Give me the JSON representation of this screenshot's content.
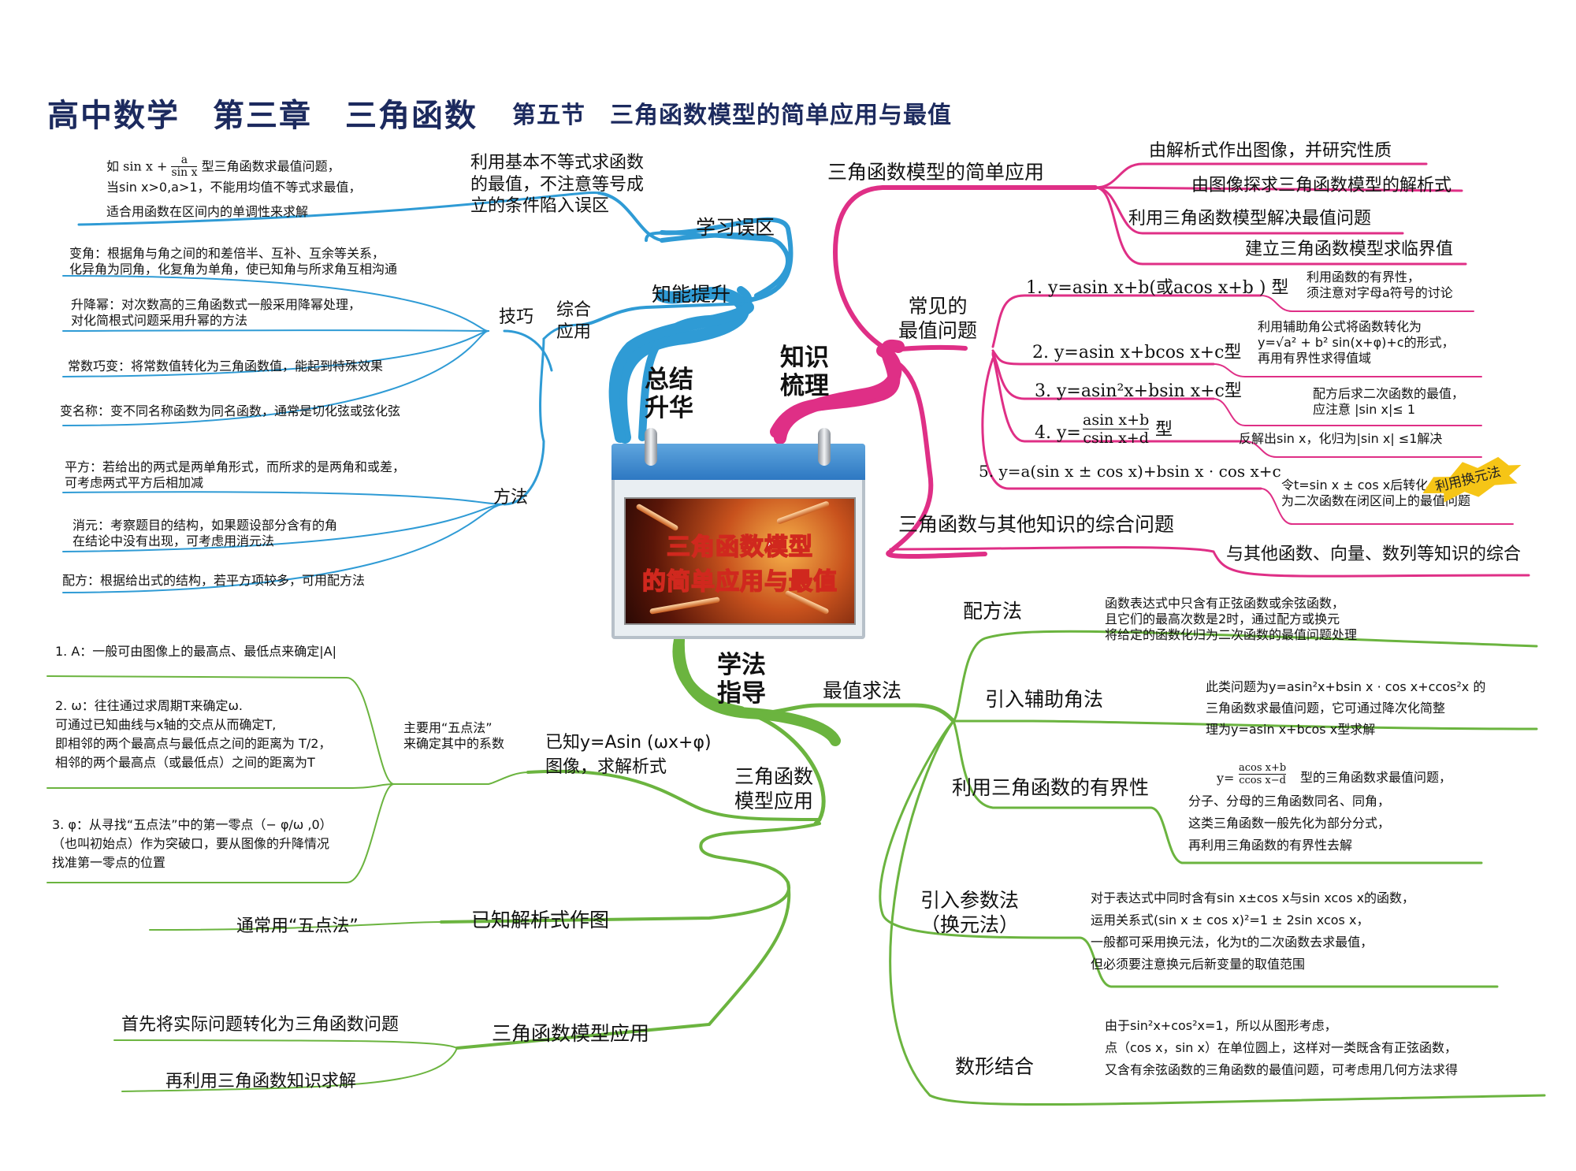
{
  "title": {
    "main": "高中数学　第三章　三角函数",
    "section": "第五节　三角函数模型的简单应用与最值"
  },
  "center": {
    "image_text_1": "三角函数模型",
    "image_text_2": "的简单应用与最值"
  },
  "hubs": {
    "summary": "总结\n升华",
    "knowledge": "知识\n梳理",
    "method": "学法\n指导"
  },
  "summary_branch": {
    "mistakes": {
      "label": "学习误区",
      "topic": "利用基本不等式求函数\n的最值，不注意等号成\n立的条件陷入误区",
      "detail_prefix": "如",
      "detail_sin": "sin x +",
      "detail_num": "a",
      "detail_den": "sin x",
      "detail_suffix": "型三角函数求最值问题，",
      "detail_line2": "当sin x>0,a>1，不能用均值不等式求最值，",
      "detail_line3": "适合用函数在区间内的单调性来求解"
    },
    "improve": {
      "label": "知能提升",
      "comprehensive": "综合\n应用",
      "skills": {
        "label": "技巧",
        "items": [
          "变角：根据角与角之间的和差倍半、互补、互余等关系，\n化异角为同角，化复角为单角，使已知角与所求角互相沟通",
          "升降幂：对次数高的三角函数式一般采用降幂处理，\n对化简根式问题采用升幂的方法",
          "常数巧变：将常数值转化为三角函数值，能起到特殊效果",
          "变名称：变不同名称函数为同名函数，通常是切化弦或弦化弦"
        ]
      },
      "methods": {
        "label": "方法",
        "items": [
          "平方：若给出的两式是两单角形式，而所求的是两角和或差，\n可考虑两式平方后相加减",
          "消元：考察题目的结构，如果题设部分含有的角\n在结论中没有出现，可考虑用消元法",
          "配方：根据给出式的结构，若平方项较多，可用配方法"
        ]
      }
    }
  },
  "knowledge_branch": {
    "simple_app": {
      "label": "三角函数模型的简单应用",
      "items": [
        "由解析式作出图像，并研究性质",
        "由图像探求三角函数模型的解析式",
        "利用三角函数模型解决最值问题",
        "建立三角函数模型求临界值"
      ]
    },
    "common": {
      "label": "常见的\n最值问题",
      "types": [
        {
          "label": "1. y=asin x+b(或acos x+b ) 型",
          "note": "利用函数的有界性，\n须注意对字母a符号的讨论"
        },
        {
          "label": "2. y=asin x+bcos x+c型",
          "note": "利用辅助角公式将函数转化为\ny=√a² + b² sin(x+φ)+c的形式，\n再用有界性求得值域"
        },
        {
          "label": "3. y=asin²x+bsin x+c型",
          "note": "配方后求二次函数的最值，\n应注意 |sin x|≤ 1"
        },
        {
          "label_prefix": "4. y=",
          "num": "asin x+b",
          "den": "csin x+d",
          "label_suffix": "型",
          "note": "反解出sin x，化归为|sin x| ≤1解决"
        },
        {
          "label": "5. y=a(sin x ± cos x)+bsin x · cos x+c",
          "note": "令t=sin x ± cos x后转化\n为二次函数在闭区间上的最值问题",
          "badge": "利用换元法"
        }
      ]
    },
    "comprehensive": {
      "label": "三角函数与其他知识的综合问题",
      "item": "与其他函数、向量、数列等知识的综合"
    }
  },
  "method_branch": {
    "extremum": {
      "label": "最值求法",
      "items": [
        {
          "label": "配方法",
          "note": "函数表达式中只含有正弦函数或余弦函数，\n且它们的最高次数是2时，通过配方或换元\n将给定的函数化归为二次函数的最值问题处理"
        },
        {
          "label": "引入辅助角法",
          "note": "此类问题为y=asin²x+bsin x · cos x+ccos²x 的\n三角函数求最值问题，它可通过降次化简整\n理为y=asin x+bcos x型求解"
        },
        {
          "label": "利用三角函数的有界性",
          "note_frac_num": "acos x+b",
          "note_frac_den": "ccos x−d",
          "note_prefix": "y=",
          "note_first": "型的三角函数求最值问题，",
          "note": "分子、分母的三角函数同名、同角，\n这类三角函数一般先化为部分分式，\n再利用三角函数的有界性去解"
        },
        {
          "label": "引入参数法\n（换元法）",
          "note": "对于表达式中同时含有sin x±cos x与sin xcos x的函数，\n运用关系式(sin x ± cos x)²=1 ± 2sin xcos x，\n一般都可采用换元法，化为t的二次函数去求最值，\n但必须要注意换元后新变量的取值范围"
        },
        {
          "label": "数形结合",
          "note": "由于sin²x+cos²x=1，所以从图形考虑，\n点（cos x，sin x）在单位圆上，这样对一类既含有正弦函数，\n又含有余弦函数的三角函数的最值问题，可考虑用几何方法求得"
        }
      ]
    },
    "model_app": {
      "label": "三角函数\n模型应用",
      "known_graph": {
        "label": "已知y=Asin (ωx+φ)\n图像，求解析式",
        "five_point": "主要用“五点法”\n来确定其中的系数",
        "items": [
          "1. A：一般可由图像上的最高点、最低点来确定|A|",
          "2. ω：往往通过求周期T来确定ω.\n可通过已知曲线与x轴的交点从而确定T,\n即相邻的两个最高点与最低点之间的距离为 T/2，\n相邻的两个最高点（或最低点）之间的距离为T",
          "3. φ：从寻找“五点法”中的第一零点（− φ/ω ,0）\n（也叫初始点）作为突破口，要从图像的升降情况\n找准第一零点的位置"
        ]
      },
      "known_formula": {
        "label": "已知解析式作图",
        "item": "通常用“五点法”"
      },
      "model": {
        "label": "三角函数模型应用",
        "items": [
          "首先将实际问题转化为三角函数问题",
          "再利用三角函数知识求解"
        ]
      }
    }
  },
  "colors": {
    "blue": "#2f9bd5",
    "pink": "#df2f86",
    "green": "#6bb43f",
    "title": "#1c2a5e",
    "badge": "#f6c516"
  }
}
